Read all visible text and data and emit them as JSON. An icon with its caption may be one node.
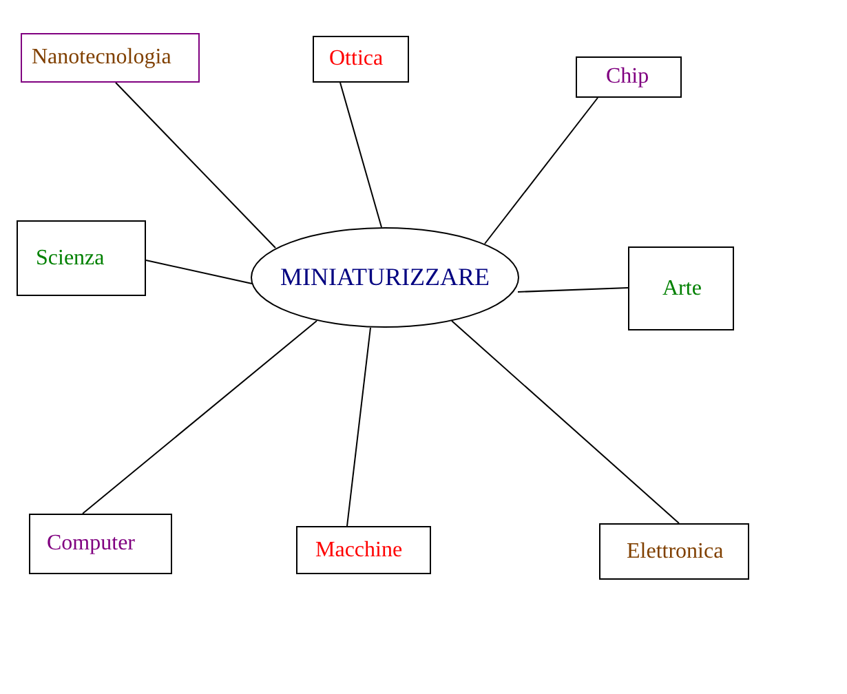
{
  "diagram": {
    "nodes": [
      {
        "text": [
          "Nanotecnologia"
        ]
      },
      {
        "text": [
          "Ottica"
        ]
      },
      {
        "text": [
          "Chip"
        ]
      },
      {
        "text": [
          "Scienza"
        ]
      },
      {
        "text": [
          "MINIATURIZZARE"
        ]
      },
      {
        "text": [
          "Arte"
        ]
      },
      {
        "text": [
          "Computer"
        ]
      },
      {
        "text": [
          "Macchine"
        ]
      },
      {
        "text": [
          "Elettronica"
        ]
      }
    ],
    "edges": [
      {
        "from": 4,
        "to": 0,
        "arrow": "none"
      },
      {
        "from": 4,
        "to": 1,
        "arrow": "none"
      },
      {
        "from": 4,
        "to": 2,
        "arrow": "none"
      },
      {
        "from": 4,
        "to": 3,
        "arrow": "none"
      },
      {
        "from": 4,
        "to": 5,
        "arrow": "none"
      },
      {
        "from": 4,
        "to": 6,
        "arrow": "none"
      },
      {
        "from": 4,
        "to": 7,
        "arrow": "none"
      },
      {
        "from": 4,
        "to": 8,
        "arrow": "none"
      }
    ]
  }
}
